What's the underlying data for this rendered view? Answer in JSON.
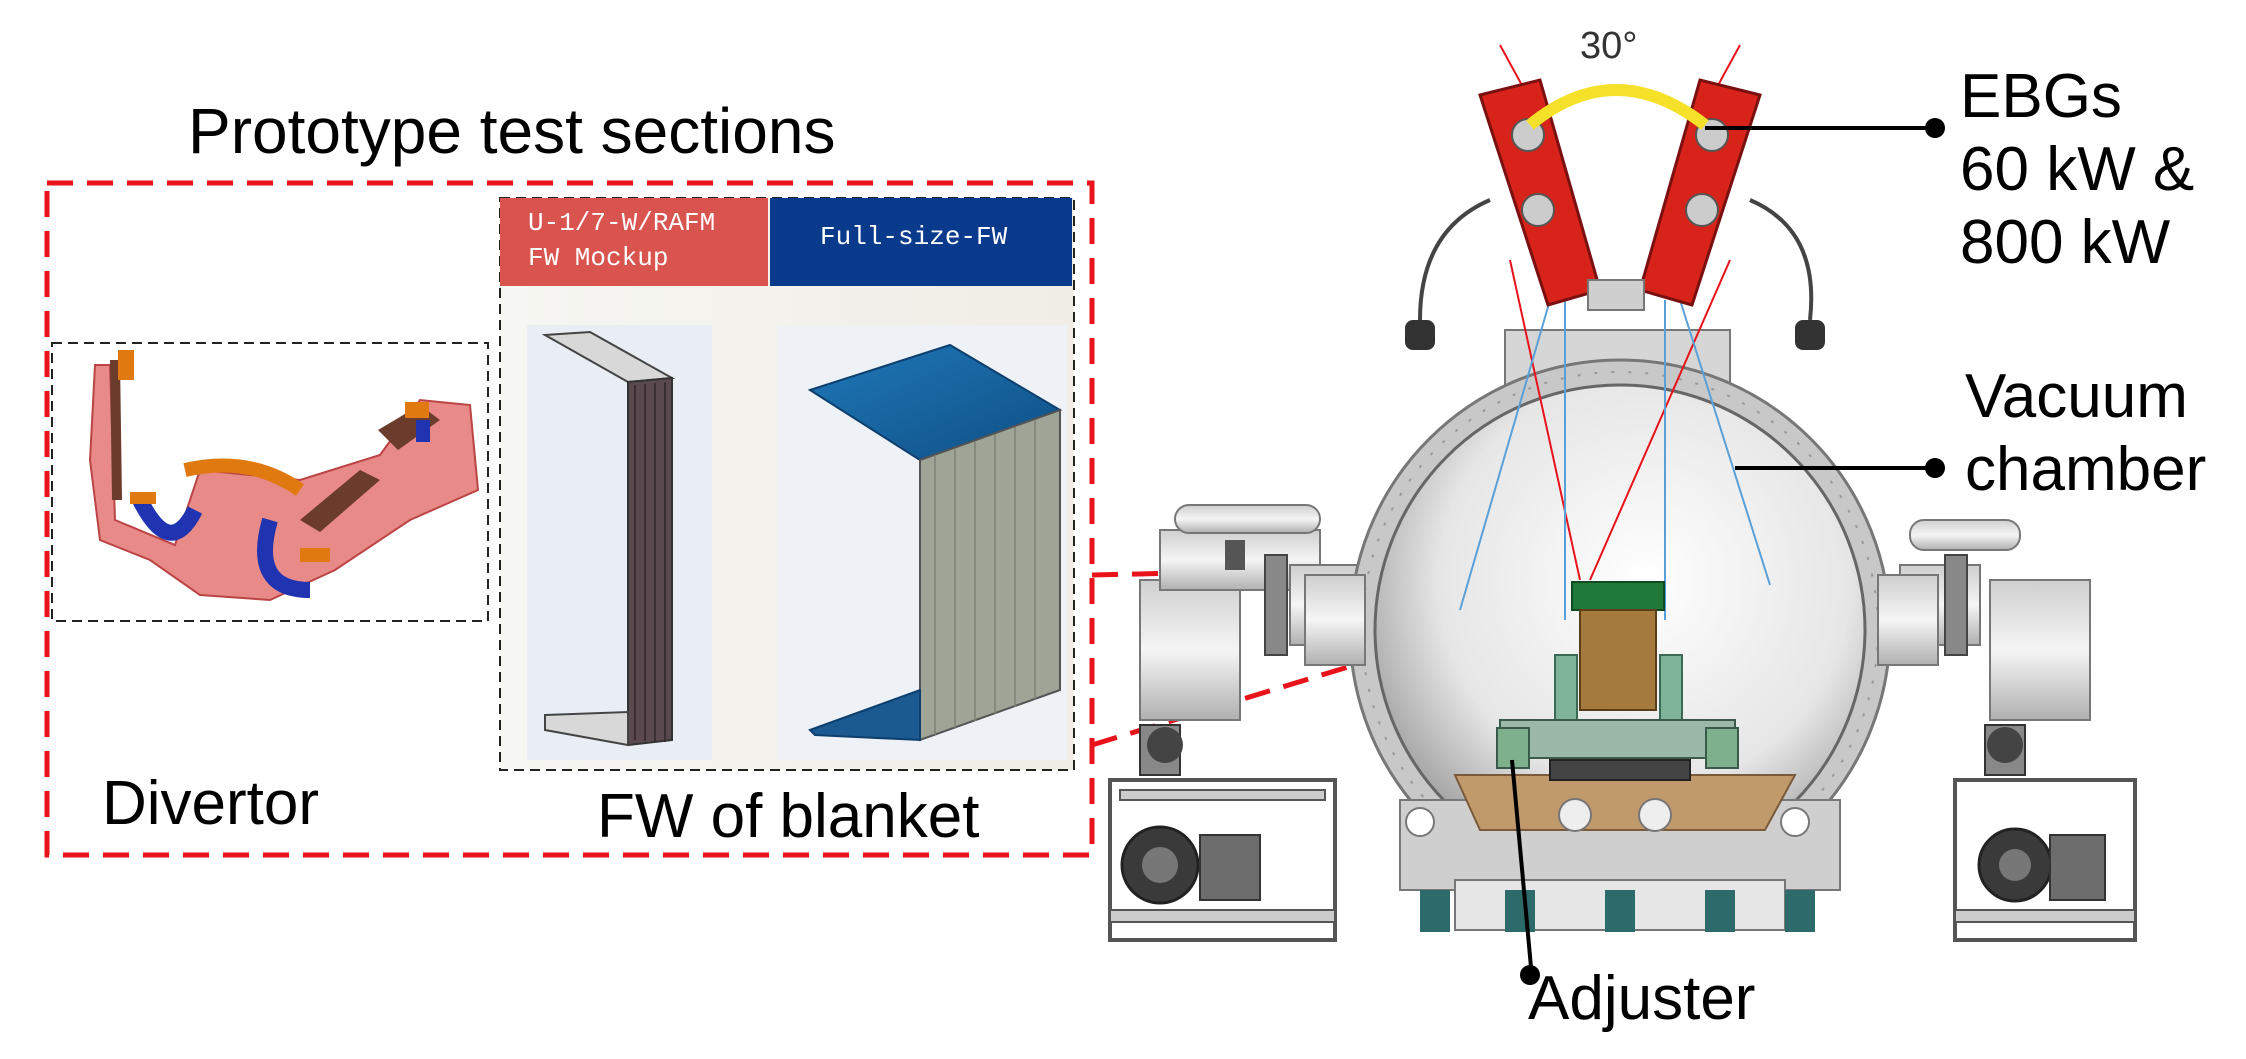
{
  "title": "Prototype test sections",
  "sections": {
    "divertor_label": "Divertor",
    "fw_label": "FW of blanket",
    "mockup_header_line1": "U-1/7-W/RAFM",
    "mockup_header_line2": "FW Mockup",
    "fullsize_header": "Full-size-FW"
  },
  "callouts": {
    "angle": "30°",
    "ebg_line1": "EBGs",
    "ebg_line2": "60 kW &",
    "ebg_line3": "800 kW",
    "vacuum_line1": "Vacuum",
    "vacuum_line2": "chamber",
    "adjuster": "Adjuster"
  },
  "colors": {
    "dashed_red": "#e8131b",
    "mockup_header": "#d9534f",
    "fullsize_header": "#0a3a8c",
    "ebg_red": "#d8231a",
    "fw_blue": "#1a6aa8"
  }
}
